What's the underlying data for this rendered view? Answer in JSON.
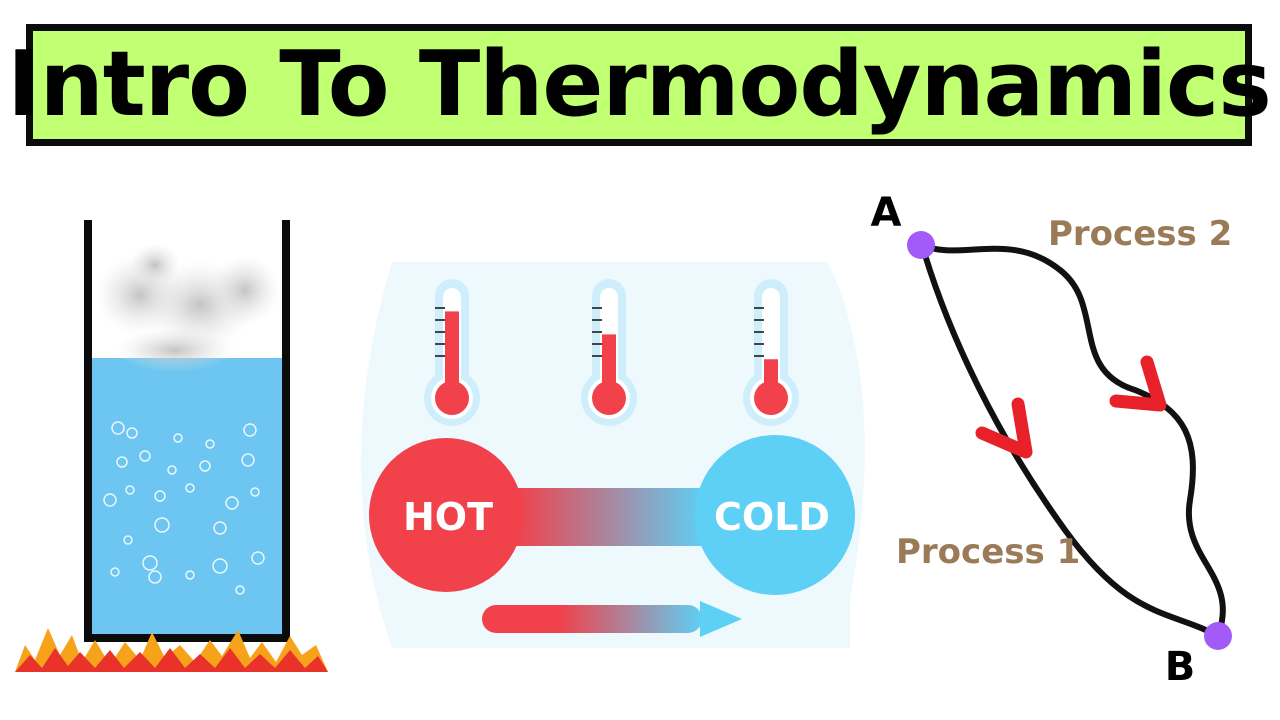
{
  "title": "Intro To Thermodynamics",
  "colors": {
    "banner_bg": "#c1ff73",
    "border": "#0b0b0b",
    "water": "#6cc6f1",
    "hot": "#f1414b",
    "cold": "#5ecff5",
    "process_label": "#9b7a57",
    "point": "#a35bf7",
    "arrow": "#e8202a"
  },
  "heat_transfer": {
    "hot_label": "HOT",
    "cold_label": "COLD",
    "thermometers": [
      {
        "name": "hot-thermometer",
        "level": 0.8
      },
      {
        "name": "medium-thermometer",
        "level": 0.55
      },
      {
        "name": "cold-thermometer",
        "level": 0.28
      }
    ]
  },
  "process_diagram": {
    "point_a": "A",
    "point_b": "B",
    "process_1": "Process 1",
    "process_2": "Process 2"
  }
}
